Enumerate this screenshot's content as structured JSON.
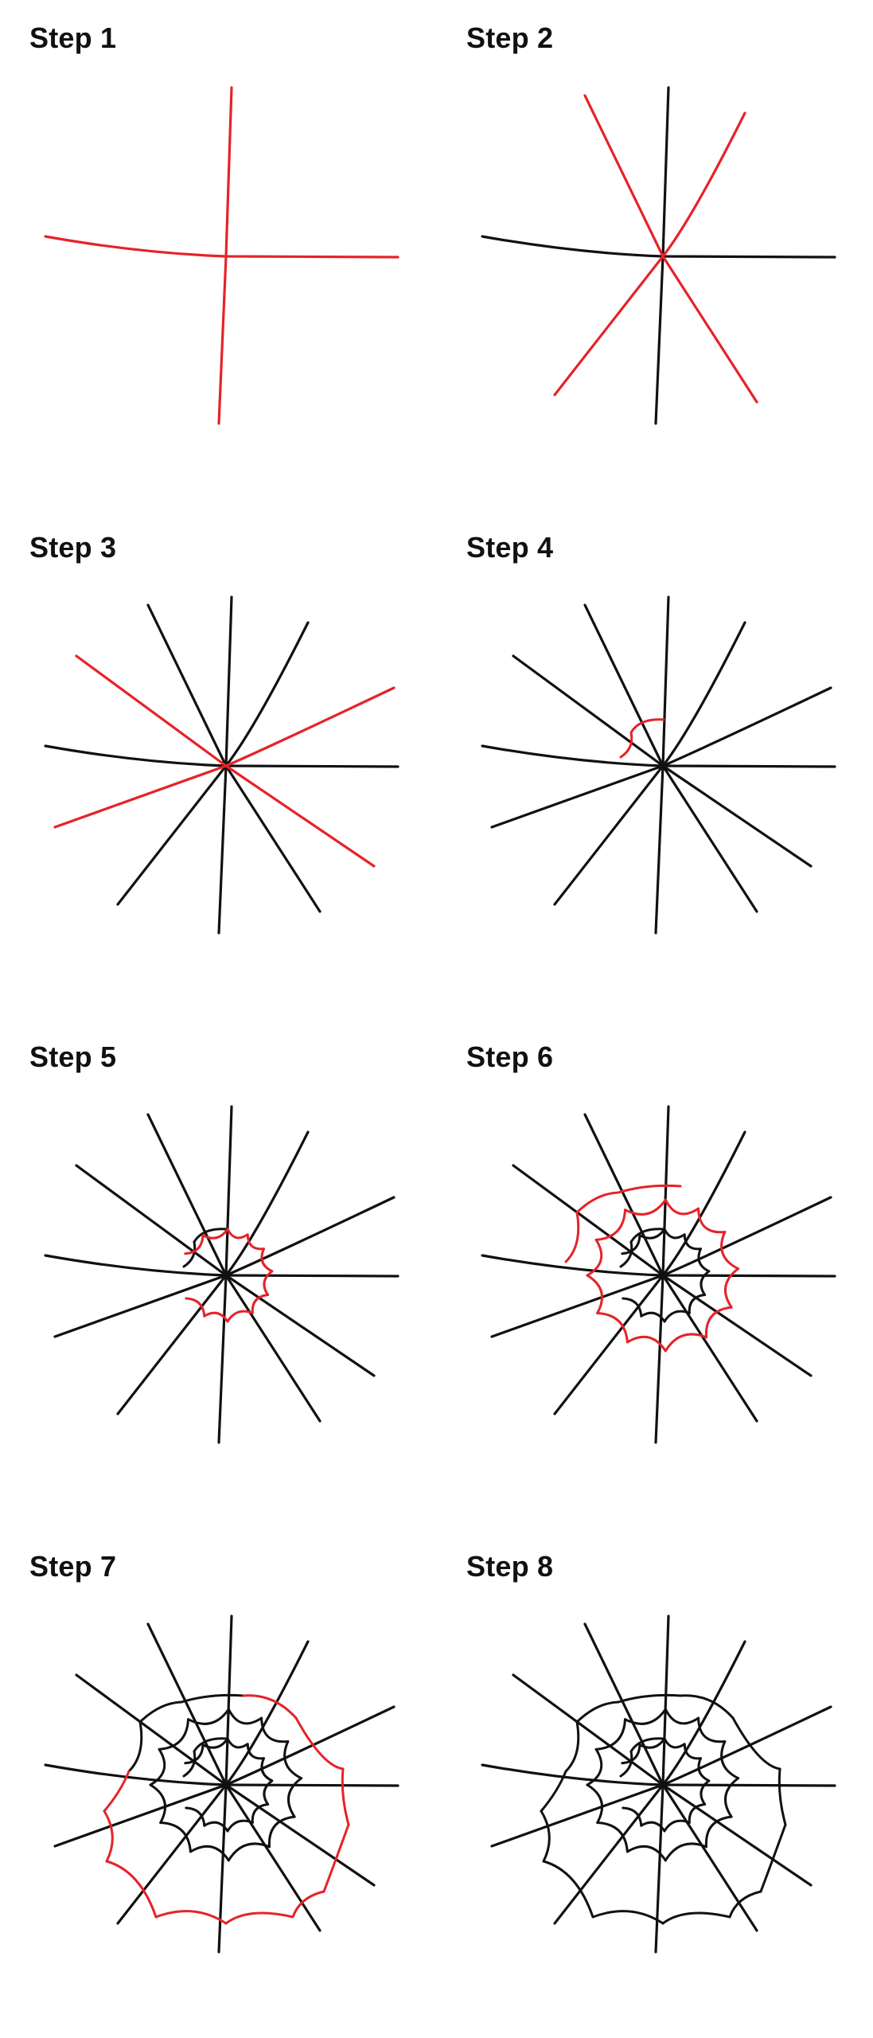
{
  "colors": {
    "existing_lines": "#111111",
    "new_lines": "#e52329",
    "background": "#ffffff",
    "title_text": "#111111"
  },
  "steps": [
    {
      "title": "Step 1"
    },
    {
      "title": "Step 2"
    },
    {
      "title": "Step 3"
    },
    {
      "title": "Step 4"
    },
    {
      "title": "Step 5"
    },
    {
      "title": "Step 6"
    },
    {
      "title": "Step 7"
    },
    {
      "title": "Step 8"
    }
  ]
}
